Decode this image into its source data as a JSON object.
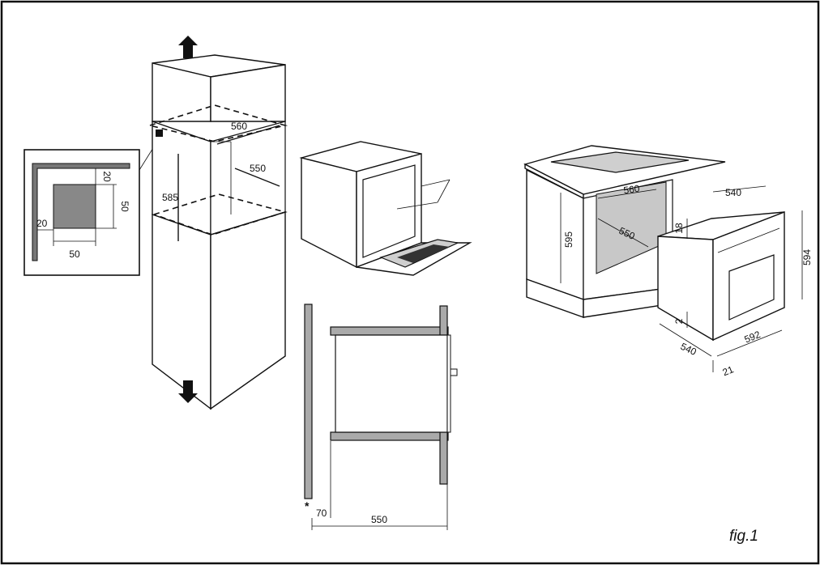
{
  "figure": {
    "caption": "fig.1"
  },
  "detail_inset": {
    "labels": {
      "top_offset": "20",
      "left_offset": "20",
      "side": "50",
      "bottom": "50"
    }
  },
  "tall_cabinet": {
    "labels": {
      "width": "560",
      "depth": "550",
      "height": "585"
    }
  },
  "section_view": {
    "labels": {
      "gap": "70",
      "depth": "550",
      "note_marker": "*"
    }
  },
  "under_counter": {
    "labels": {
      "niche_width": "560",
      "niche_depth": "550",
      "niche_height": "595"
    }
  },
  "oven_dimensions": {
    "labels": {
      "top_depth": "540",
      "front_height_small": "18",
      "height": "594",
      "bottom_small": "2",
      "depth": "540",
      "width": "592",
      "panel": "21"
    }
  }
}
